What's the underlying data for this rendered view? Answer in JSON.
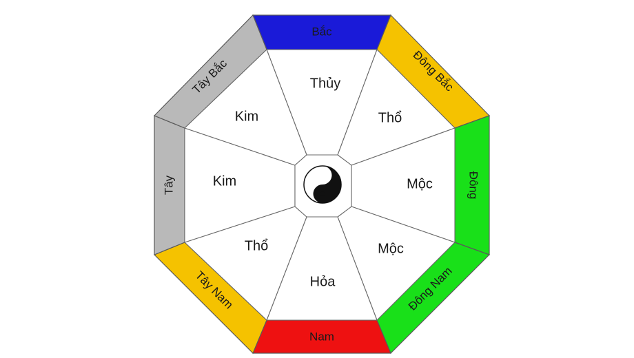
{
  "directions": {
    "north": {
      "label": "Bắc",
      "color": "#1a1ad8"
    },
    "northeast": {
      "label": "Đông Bắc",
      "color": "#f5c200"
    },
    "east": {
      "label": "Đông",
      "color": "#19e019"
    },
    "southeast": {
      "label": "Đông Nam",
      "color": "#19e019"
    },
    "south": {
      "label": "Nam",
      "color": "#ee1111"
    },
    "southwest": {
      "label": "Tây Nam",
      "color": "#f5c200"
    },
    "west": {
      "label": "Tây",
      "color": "#b9b9b9"
    },
    "northwest": {
      "label": "Tây Bắc",
      "color": "#b9b9b9"
    }
  },
  "elements": {
    "north": "Thủy",
    "northeast": "Thổ",
    "east": "Mộc",
    "southeast": "Mộc",
    "south": "Hỏa",
    "southwest": "Thổ",
    "west": "Kim",
    "northwest": "Kim"
  },
  "center": {
    "icon": "yin-yang-icon"
  }
}
